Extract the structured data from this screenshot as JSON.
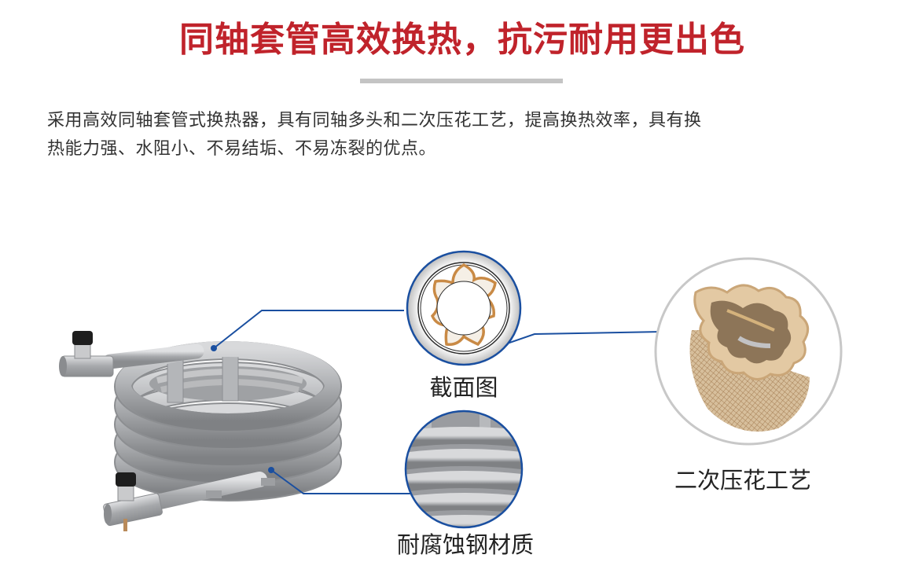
{
  "header": {
    "title": "同轴套管高效换热，抗污耐用更出色"
  },
  "description": {
    "line1": "采用高效同轴套管式换热器，具有同轴多头和二次压花工艺，提高换热效率，具有换",
    "line2": "热能力强、水阻小、不易结垢、不易冻裂的优点。"
  },
  "callouts": [
    {
      "label": "截面图",
      "icon": "cross-section-icon"
    },
    {
      "label": "耐腐蚀钢材质",
      "icon": "steel-coil-detail-icon"
    },
    {
      "label": "二次压花工艺",
      "icon": "embossed-tube-icon"
    }
  ],
  "colors": {
    "title_red": "#c0232b",
    "divider_gray": "#c4c4c4",
    "callout_blue": "#1a4fa0",
    "circle_gray": "#c8c8c8",
    "steel": "#a9abae",
    "copper": "#c98a45"
  }
}
